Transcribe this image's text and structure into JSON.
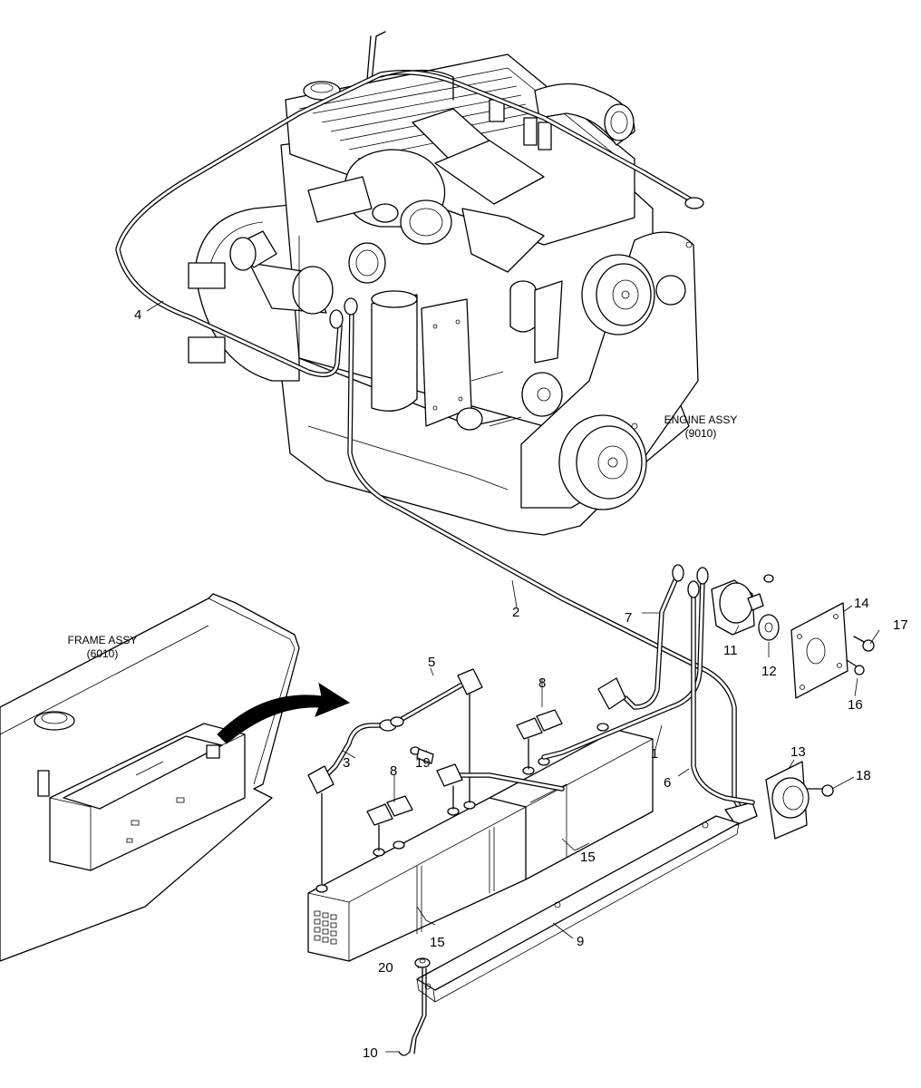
{
  "assemblies": {
    "engine": {
      "name": "ENGINE ASSY",
      "code": "(9010)"
    },
    "frame": {
      "name": "FRAME ASSY",
      "code": "(6010)"
    }
  },
  "callouts": [
    {
      "id": "c1",
      "label": "1"
    },
    {
      "id": "c2",
      "label": "2"
    },
    {
      "id": "c3",
      "label": "3"
    },
    {
      "id": "c4",
      "label": "4"
    },
    {
      "id": "c5",
      "label": "5"
    },
    {
      "id": "c6",
      "label": "6"
    },
    {
      "id": "c7",
      "label": "7"
    },
    {
      "id": "c8a",
      "label": "8"
    },
    {
      "id": "c8b",
      "label": "8"
    },
    {
      "id": "c9",
      "label": "9"
    },
    {
      "id": "c10",
      "label": "10"
    },
    {
      "id": "c11",
      "label": "11"
    },
    {
      "id": "c12",
      "label": "12"
    },
    {
      "id": "c13",
      "label": "13"
    },
    {
      "id": "c14",
      "label": "14"
    },
    {
      "id": "c15a",
      "label": "15"
    },
    {
      "id": "c15b",
      "label": "15"
    },
    {
      "id": "c16",
      "label": "16"
    },
    {
      "id": "c17",
      "label": "17"
    },
    {
      "id": "c18",
      "label": "18"
    },
    {
      "id": "c19",
      "label": "19"
    },
    {
      "id": "c20",
      "label": "20"
    }
  ]
}
